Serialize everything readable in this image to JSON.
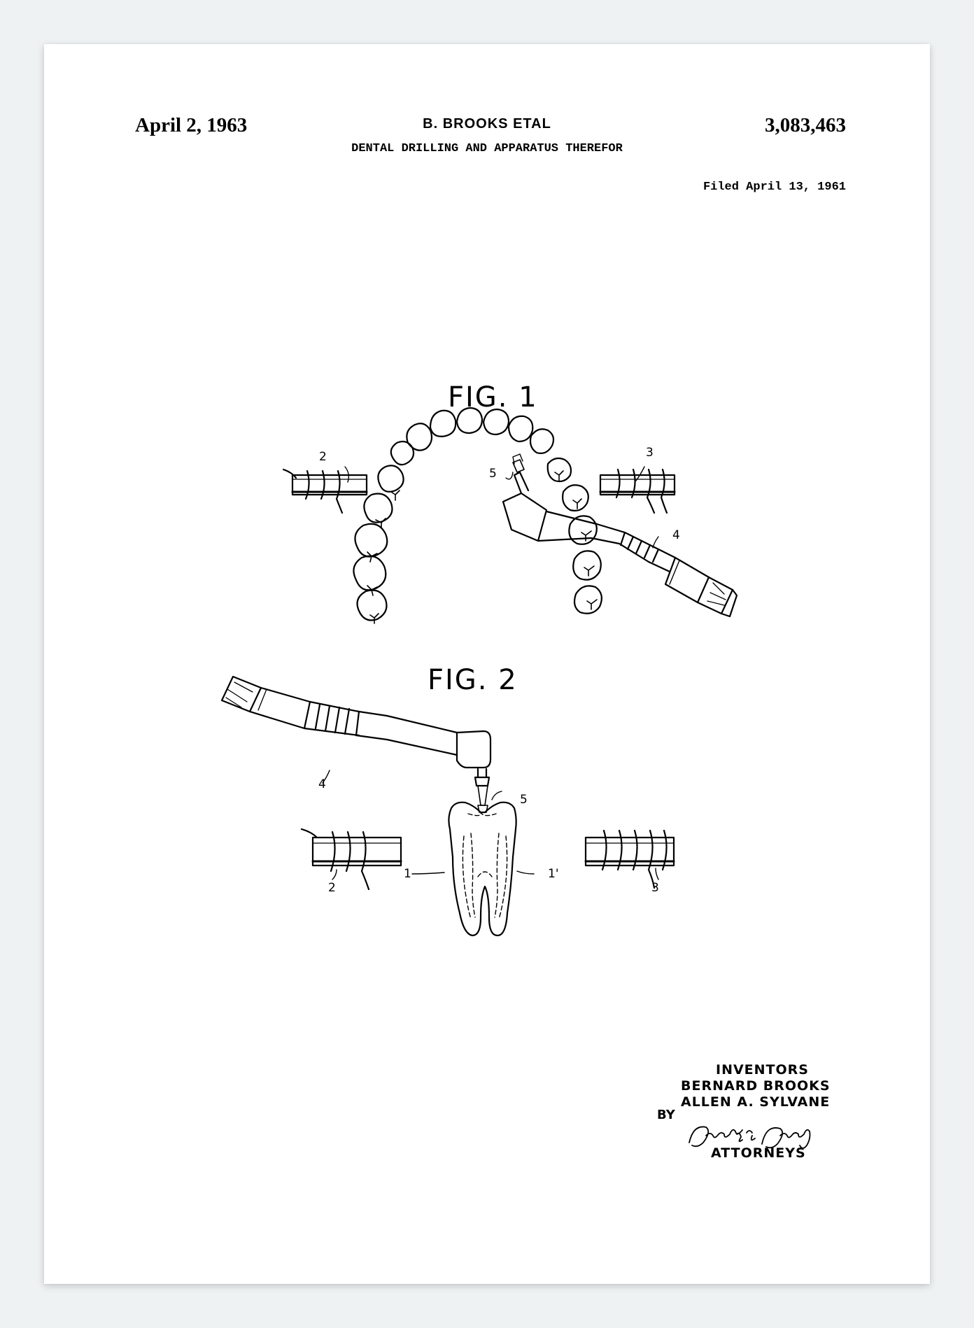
{
  "header": {
    "date": "April 2, 1963",
    "inventor_line": "B. BROOKS ETAL",
    "patent_number": "3,083,463",
    "title": "DENTAL DRILLING AND APPARATUS THEREFOR",
    "filed": "Filed April 13, 1961"
  },
  "figures": {
    "fig1_label": "FIG. 1",
    "fig2_label": "FIG. 2"
  },
  "reference_numerals": {
    "fig1": {
      "coil_left": "2",
      "coil_right": "3",
      "bit": "5",
      "handpiece": "4"
    },
    "fig2": {
      "coil_left": "2",
      "coil_right": "3",
      "bit": "5",
      "handpiece": "4",
      "tooth_left": "1",
      "tooth_right": "1'"
    }
  },
  "signature_block": {
    "heading": "INVENTORS",
    "inventor_1": "BERNARD BROOKS",
    "inventor_2": "ALLEN A. SYLVANE",
    "by": "BY",
    "signature": "Darby & Darby",
    "role": "ATTORNEYS"
  },
  "colors": {
    "background": "#eef2f2",
    "paper": "#ffffff",
    "ink": "#000000"
  }
}
